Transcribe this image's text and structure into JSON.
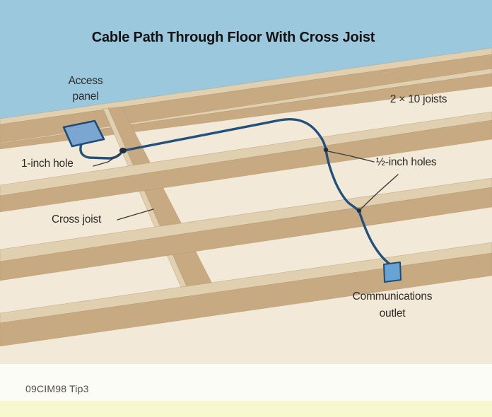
{
  "title": "Cable Path Through Floor With Cross Joist",
  "caption": "09CIM98 Tip3",
  "labels": {
    "access_panel": "Access panel",
    "joists": "2 × 10 joists",
    "one_inch_hole": "1-inch hole",
    "half_inch_holes": "½-inch holes",
    "cross_joist": "Cross joist",
    "communications_outlet": "Communications outlet"
  },
  "icons": {
    "access_panel_icon": "blue tilted square access panel",
    "communications_outlet_icon": "blue communications outlet box",
    "cable_icon": "dark blue cable run",
    "drill_hole_icon": "dark drilled hole dot"
  },
  "colors": {
    "sky": "#9bc8dd",
    "floor_cream": "#f3e9d8",
    "wood_face": "#c7aa81",
    "wood_edge_light": "#e1d0b0",
    "wood_outline": "#a58a61",
    "cable_blue": "#22517c",
    "hole_dark": "#1e2f42",
    "panel_fill": "#7aa6cf",
    "panel_border": "#1f4d78",
    "outlet_fill": "#69a3d3",
    "leader": "#3a3a3a",
    "label_text": "#2d2b28",
    "title_text": "#121212",
    "strip_white": "#fcfcf6",
    "strip_yellow": "#f8f8cf",
    "caption_text": "#504e47"
  }
}
